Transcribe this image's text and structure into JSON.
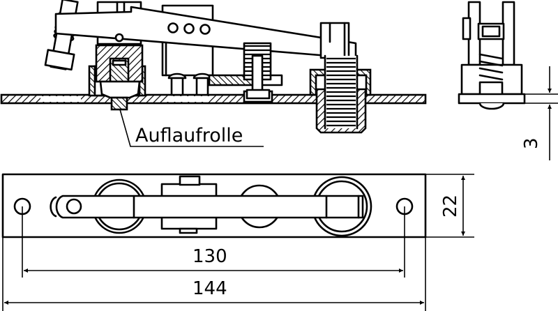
{
  "drawing": {
    "title": "Auflaufrolle technical drawing",
    "views": {
      "side_section": "front sectional view",
      "end_view": "end view",
      "top_view": "plan view"
    },
    "callout": {
      "label": "Auflaufrolle"
    },
    "dimensions": {
      "hole_spacing": "130",
      "overall_length": "144",
      "plate_width": "22",
      "roller_projection": "3"
    },
    "colors": {
      "line": "#000000",
      "background": "#ffffff"
    }
  }
}
